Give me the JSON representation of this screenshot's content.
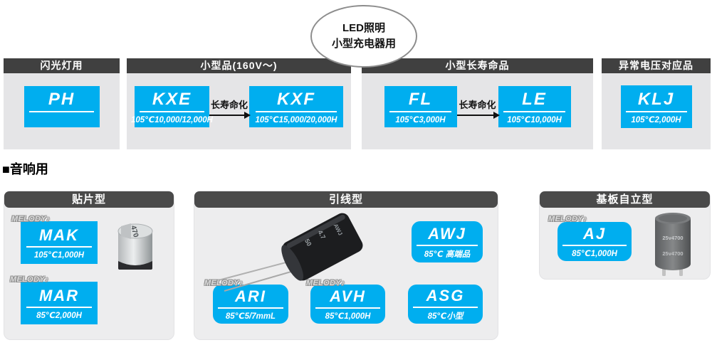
{
  "bubble": {
    "line1": "LED照明",
    "line2": "小型充电器用"
  },
  "top_groups": [
    {
      "title": "闪光灯用",
      "arrow_label": "",
      "boxes": [
        {
          "name": "PH",
          "spec": ""
        }
      ]
    },
    {
      "title": "小型品(160V～)",
      "arrow_label": "长寿命化",
      "boxes": [
        {
          "name": "KXE",
          "spec": "105℃10,000/12,000H"
        },
        {
          "name": "KXF",
          "spec": "105℃15,000/20,000H"
        }
      ]
    },
    {
      "title": "小型长寿命品",
      "arrow_label": "长寿命化",
      "boxes": [
        {
          "name": "FL",
          "spec": "105℃3,000H"
        },
        {
          "name": "LE",
          "spec": "105℃10,000H"
        }
      ]
    },
    {
      "title": "异常电压对应品",
      "arrow_label": "",
      "boxes": [
        {
          "name": "KLJ",
          "spec": "105℃2,000H"
        }
      ]
    }
  ],
  "audio_section": {
    "heading": "■音响用",
    "brand_logo": "MELODY♪",
    "panels": [
      {
        "title": "贴片型"
      },
      {
        "title": "引线型"
      },
      {
        "title": "基板自立型"
      }
    ],
    "products": {
      "mak": {
        "name": "MAK",
        "spec": "105℃1,000H"
      },
      "mar": {
        "name": "MAR",
        "spec": "85℃2,000H"
      },
      "awj": {
        "name": "AWJ",
        "spec": "85℃ 高端品"
      },
      "ari": {
        "name": "ARI",
        "spec": "85℃5/7mmL"
      },
      "avh": {
        "name": "AVH",
        "spec": "85℃1,000H"
      },
      "asg": {
        "name": "ASG",
        "spec": "85℃小型"
      },
      "aj": {
        "name": "AJ",
        "spec": "85℃1,000H"
      }
    },
    "photos": {
      "chip": "chip-capacitor-photo",
      "radial": "radial-lead-capacitor-photo",
      "snapin": "snap-in-capacitor-photo"
    }
  },
  "colors": {
    "accent_cyan": "#00aeef",
    "header_dark_top": "#404040",
    "header_dark_panel": "#4a4a4a",
    "panel_gray_top": "#e5e5e7",
    "panel_gray_bottom": "#ededee"
  }
}
